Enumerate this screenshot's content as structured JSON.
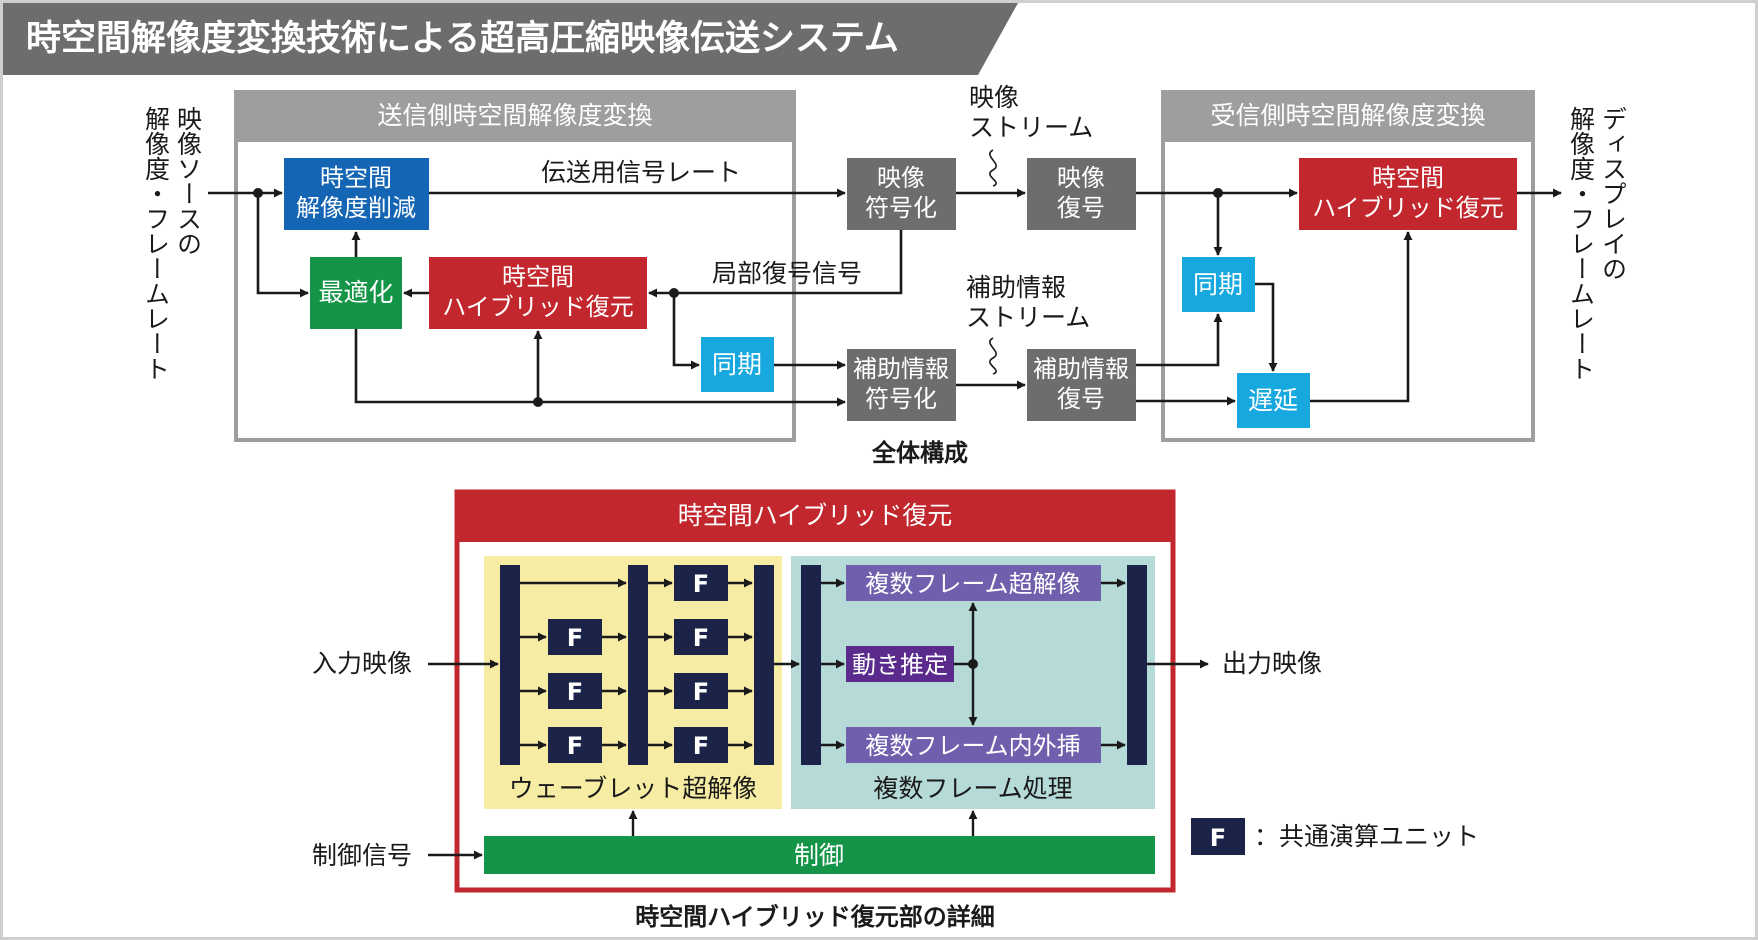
{
  "title": "時空間解像度変換技術による超高圧縮映像伝送システム",
  "colors": {
    "blue": "#1565b5",
    "green": "#139447",
    "red": "#c1272d",
    "gray": "#6d6d6d",
    "cyan": "#17a8df",
    "navy": "#1b2448",
    "purple_block": "#6f5fad",
    "violet": "#5a2a8c",
    "yellow_bg": "#f7eca4",
    "teal_bg": "#b5dad7",
    "title_bar": "#6d6d6d"
  },
  "overall": {
    "caption": "全体構成",
    "sender_label": "送信側時空間解像度変換",
    "receiver_label": "受信側時空間解像度変換",
    "source_label": "映像ソースの解像度・フレームレート",
    "display_label": "ディスプレイの解像度・フレームレート",
    "sender": {
      "reduce": "時空間\n解像度削減",
      "optimize": "最適化",
      "hybrid": "時空間\nハイブリッド復元",
      "sync": "同期"
    },
    "video_encode": "映像\n符号化",
    "video_decode": "映像\n復号",
    "aux_encode": "補助情報\n符号化",
    "aux_decode": "補助情報\n復号",
    "receiver": {
      "hybrid": "時空間\nハイブリッド復元",
      "sync": "同期",
      "delay": "遅延"
    },
    "labels": {
      "transmission_rate": "伝送用信号レート",
      "local_decode": "局部復号信号",
      "video_stream": "映像\nストリーム",
      "aux_stream": "補助情報\nストリーム"
    }
  },
  "detail": {
    "caption": "時空間ハイブリッド復元部の詳細",
    "header": "時空間ハイブリッド復元",
    "input": "入力映像",
    "output": "出力映像",
    "control_signal": "制御信号",
    "control": "制御",
    "wavelet": "ウェーブレット超解像",
    "multiframe": "複数フレーム処理",
    "f_label": "F",
    "sr": "複数フレーム超解像",
    "motion": "動き推定",
    "interp": "複数フレーム内外挿",
    "legend": "：共通演算ユニット"
  }
}
